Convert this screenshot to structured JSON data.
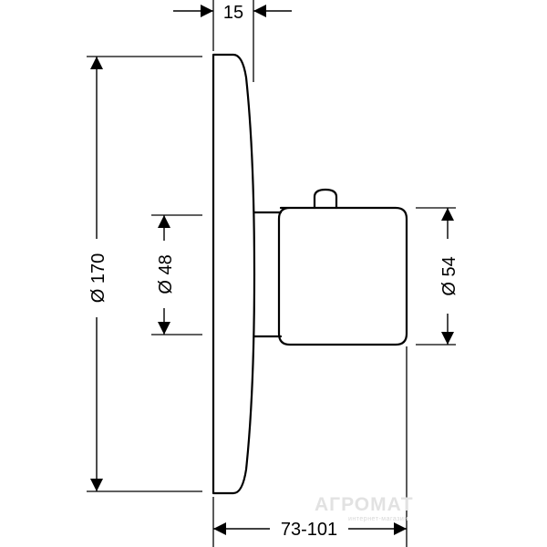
{
  "drawing": {
    "dimensions": {
      "top_width": "15",
      "outer_diameter": "Ø 170",
      "inner_diameter": "Ø 48",
      "knob_diameter": "Ø 54",
      "depth_range": "73-101"
    }
  },
  "watermark": {
    "brand": "АГРОМАТ",
    "tagline": "интернет-магазин"
  }
}
